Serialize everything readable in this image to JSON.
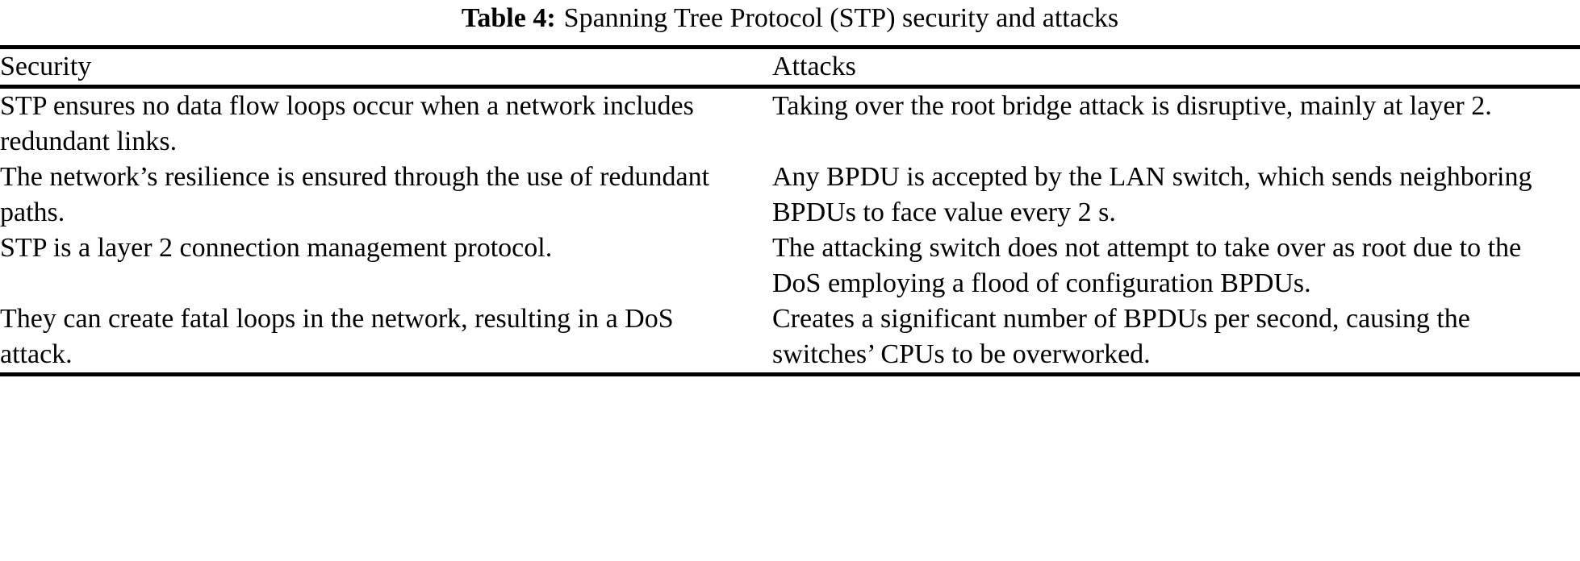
{
  "caption": {
    "label": "Table 4:",
    "text": "Spanning Tree Protocol (STP) security and attacks"
  },
  "table": {
    "columns": [
      "Security",
      "Attacks"
    ],
    "rows": [
      {
        "security": "STP ensures no data flow loops occur when a network includes redundant links.",
        "attacks": "Taking over the root bridge attack is disruptive, mainly at layer 2."
      },
      {
        "security": "The network’s resilience is ensured through the use of redundant paths.",
        "attacks": "Any BPDU is accepted by the LAN switch, which sends neighboring BPDUs to face value every 2 s."
      },
      {
        "security": "STP is a layer 2 connection management protocol.",
        "attacks": "The attacking switch does not attempt to take over as root due to the DoS employing a flood of configuration BPDUs."
      },
      {
        "security": "They can create fatal loops in the network, resulting in a DoS attack.",
        "attacks": "Creates a significant number of BPDUs per second, causing the switches’ CPUs to be overworked."
      }
    ]
  }
}
